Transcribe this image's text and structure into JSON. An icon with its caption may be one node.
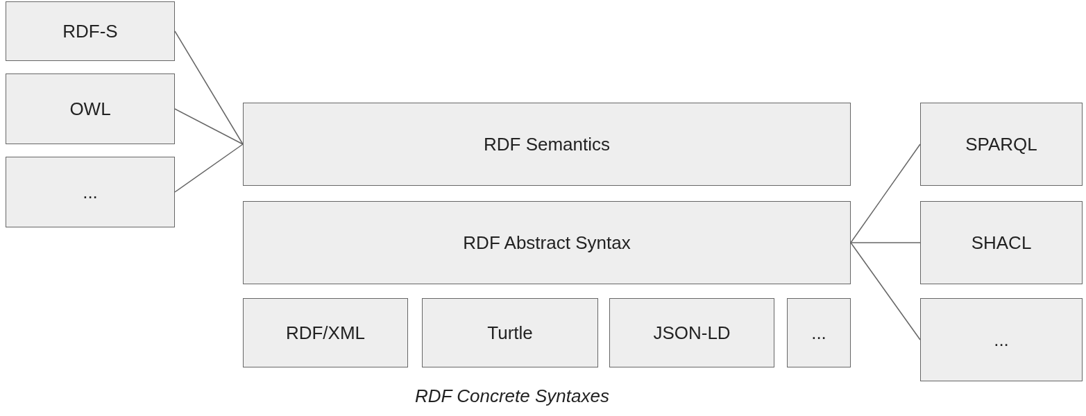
{
  "diagram": {
    "nodes": [
      {
        "text": [
          "RDF-S"
        ]
      },
      {
        "text": [
          "OWL"
        ]
      },
      {
        "text": [
          "..."
        ]
      },
      {
        "text": [
          "RDF Semantics"
        ]
      },
      {
        "text": [
          "RDF Abstract Syntax"
        ]
      },
      {
        "text": [
          "SPARQL"
        ]
      },
      {
        "text": [
          "SHACL"
        ]
      },
      {
        "text": [
          "..."
        ]
      },
      {
        "text": [
          "RDF/XML"
        ]
      },
      {
        "text": [
          "Turtle"
        ]
      },
      {
        "text": [
          "JSON-LD"
        ]
      },
      {
        "text": [
          "..."
        ]
      }
    ],
    "edges": [
      {
        "from": 0,
        "to": 3,
        "arrow": "none"
      },
      {
        "from": 1,
        "to": 3,
        "arrow": "none"
      },
      {
        "from": 2,
        "to": 3,
        "arrow": "none"
      },
      {
        "from": 4,
        "to": 5,
        "arrow": "none"
      },
      {
        "from": 4,
        "to": 6,
        "arrow": "none"
      },
      {
        "from": 4,
        "to": 7,
        "arrow": "none"
      }
    ],
    "labels": [
      "RDF Concrete Syntaxes"
    ]
  }
}
